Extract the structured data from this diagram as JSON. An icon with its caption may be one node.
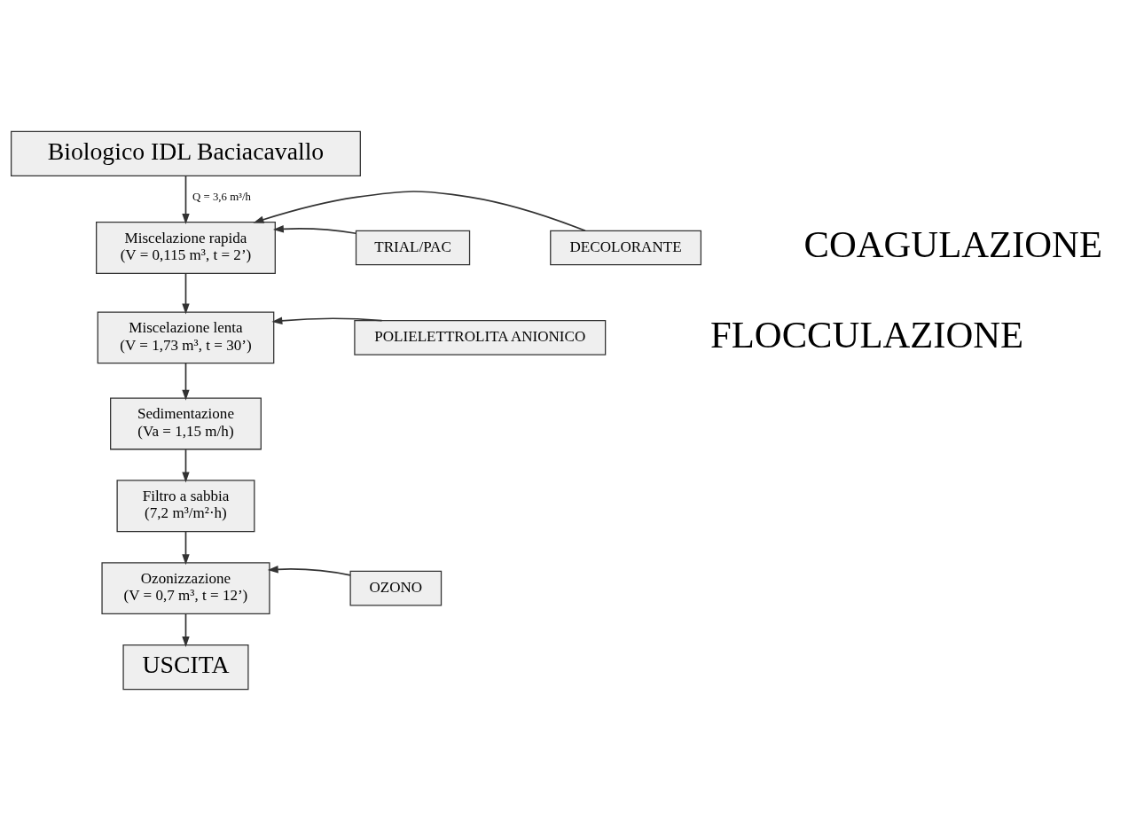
{
  "diagram": {
    "nodes": [
      {
        "text": [
          "Biologico IDL Baciacavallo"
        ]
      },
      {
        "text": [
          "Miscelazione rapida",
          "(V = 0,115 m³, t = 2’)"
        ]
      },
      {
        "text": [
          "TRIAL/PAC"
        ]
      },
      {
        "text": [
          "DECOLORANTE"
        ]
      },
      {
        "text": [
          "Miscelazione lenta",
          "(V = 1,73 m³, t = 30’)"
        ]
      },
      {
        "text": [
          "POLIELETTROLITA ANIONICO"
        ]
      },
      {
        "text": [
          "Sedimentazione",
          "(Va = 1,15 m/h)"
        ]
      },
      {
        "text": [
          "Filtro a sabbia",
          "(7,2 m³/m²·h)"
        ]
      },
      {
        "text": [
          "Ozonizzazione",
          "(V = 0,7 m³, t = 12’)"
        ]
      },
      {
        "text": [
          "OZONO"
        ]
      },
      {
        "text": [
          "USCITA"
        ]
      }
    ],
    "edges": [
      {
        "from": 0,
        "to": 1,
        "arrow": "to",
        "label": "Q = 3,6 m³/h"
      },
      {
        "from": 2,
        "to": 1,
        "arrow": "to"
      },
      {
        "from": 3,
        "to": 1,
        "arrow": "to"
      },
      {
        "from": 1,
        "to": 4,
        "arrow": "to"
      },
      {
        "from": 5,
        "to": 4,
        "arrow": "to"
      },
      {
        "from": 4,
        "to": 6,
        "arrow": "to"
      },
      {
        "from": 6,
        "to": 7,
        "arrow": "to"
      },
      {
        "from": 7,
        "to": 8,
        "arrow": "to"
      },
      {
        "from": 9,
        "to": 8,
        "arrow": "to"
      },
      {
        "from": 8,
        "to": 10,
        "arrow": "to"
      }
    ],
    "labels": [
      "COAGULAZIONE",
      "FLOCCULAZIONE"
    ]
  }
}
